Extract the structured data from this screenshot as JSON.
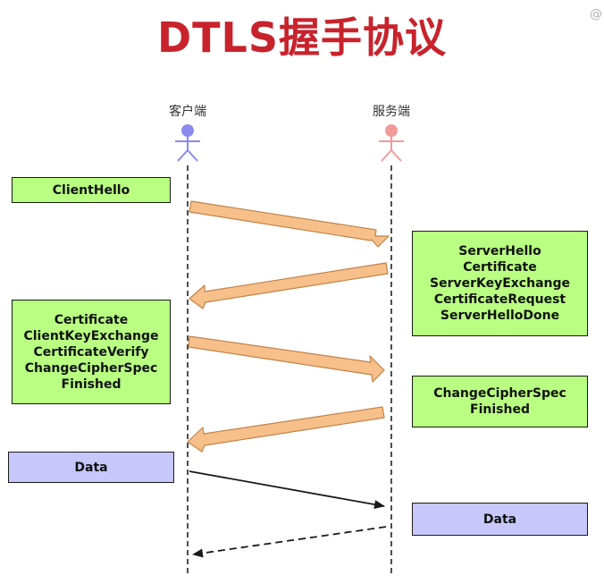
{
  "title": "DTLS握手协议",
  "watermark": "@",
  "actors": {
    "client": {
      "label": "客户端",
      "color": "#8a8af0"
    },
    "server": {
      "label": "服务端",
      "color": "#f29a9a"
    }
  },
  "colors": {
    "title": "#c8232c",
    "handshake_box": "#b9ff81",
    "data_box": "#c8c7fb",
    "handshake_arrow": "#f7c08a",
    "handshake_arrow_stroke": "#c0834a",
    "data_arrow": "#1a1a1a"
  },
  "messages": {
    "client_hello": [
      "ClientHello"
    ],
    "server_hello": [
      "ServerHello",
      "Certificate",
      "ServerKeyExchange",
      "CertificateRequest",
      "ServerHelloDone"
    ],
    "client_finish": [
      "Certificate",
      "ClientKeyExchange",
      "CertificateVerify",
      "ChangeCipherSpec",
      "Finished"
    ],
    "server_finish": [
      "ChangeCipherSpec",
      "Finished"
    ],
    "client_data": [
      "Data"
    ],
    "server_data": [
      "Data"
    ]
  },
  "arrows": [
    {
      "name": "arrow-client-hello",
      "from": "client",
      "to": "server",
      "style": "handshake"
    },
    {
      "name": "arrow-server-hello",
      "from": "server",
      "to": "client",
      "style": "handshake"
    },
    {
      "name": "arrow-client-finish",
      "from": "client",
      "to": "server",
      "style": "handshake"
    },
    {
      "name": "arrow-server-finish",
      "from": "server",
      "to": "client",
      "style": "handshake"
    },
    {
      "name": "arrow-client-data",
      "from": "client",
      "to": "server",
      "style": "solid"
    },
    {
      "name": "arrow-server-data",
      "from": "server",
      "to": "client",
      "style": "dashed"
    }
  ]
}
